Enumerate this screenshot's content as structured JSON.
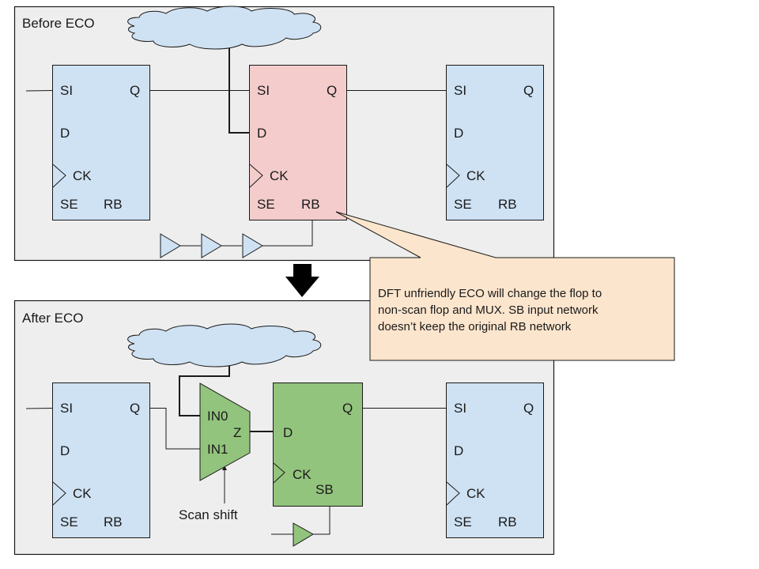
{
  "colors": {
    "panel_bg": "#eeeeee",
    "flop_blue": "#cfe2f3",
    "flop_red": "#f4cccc",
    "flop_green": "#93c47d",
    "callout_bg": "#fce5cd",
    "stroke": "#1a1a1a"
  },
  "before": {
    "title": "Before ECO",
    "flop_left": {
      "si": "SI",
      "q": "Q",
      "d": "D",
      "ck": "CK",
      "se": "SE",
      "rb": "RB"
    },
    "flop_mid": {
      "si": "SI",
      "q": "Q",
      "d": "D",
      "ck": "CK",
      "se": "SE",
      "rb": "RB"
    },
    "flop_right": {
      "si": "SI",
      "q": "Q",
      "d": "D",
      "ck": "CK",
      "se": "SE",
      "rb": "RB"
    },
    "buffer_count": 3
  },
  "after": {
    "title": "After ECO",
    "flop_left": {
      "si": "SI",
      "q": "Q",
      "d": "D",
      "ck": "CK",
      "se": "SE",
      "rb": "RB"
    },
    "mux": {
      "in0": "IN0",
      "in1": "IN1",
      "z": "Z",
      "select_label": "Scan shift"
    },
    "flop_new": {
      "q": "Q",
      "d": "D",
      "ck": "CK",
      "sb": "SB"
    },
    "flop_right": {
      "si": "SI",
      "q": "Q",
      "d": "D",
      "ck": "CK",
      "se": "SE",
      "rb": "RB"
    },
    "buffer_count": 1
  },
  "callout": {
    "lines": [
      "DFT unfriendly ECO will change the flop to",
      "non-scan flop and MUX. SB input network",
      "doesn’t keep the original RB network"
    ]
  }
}
